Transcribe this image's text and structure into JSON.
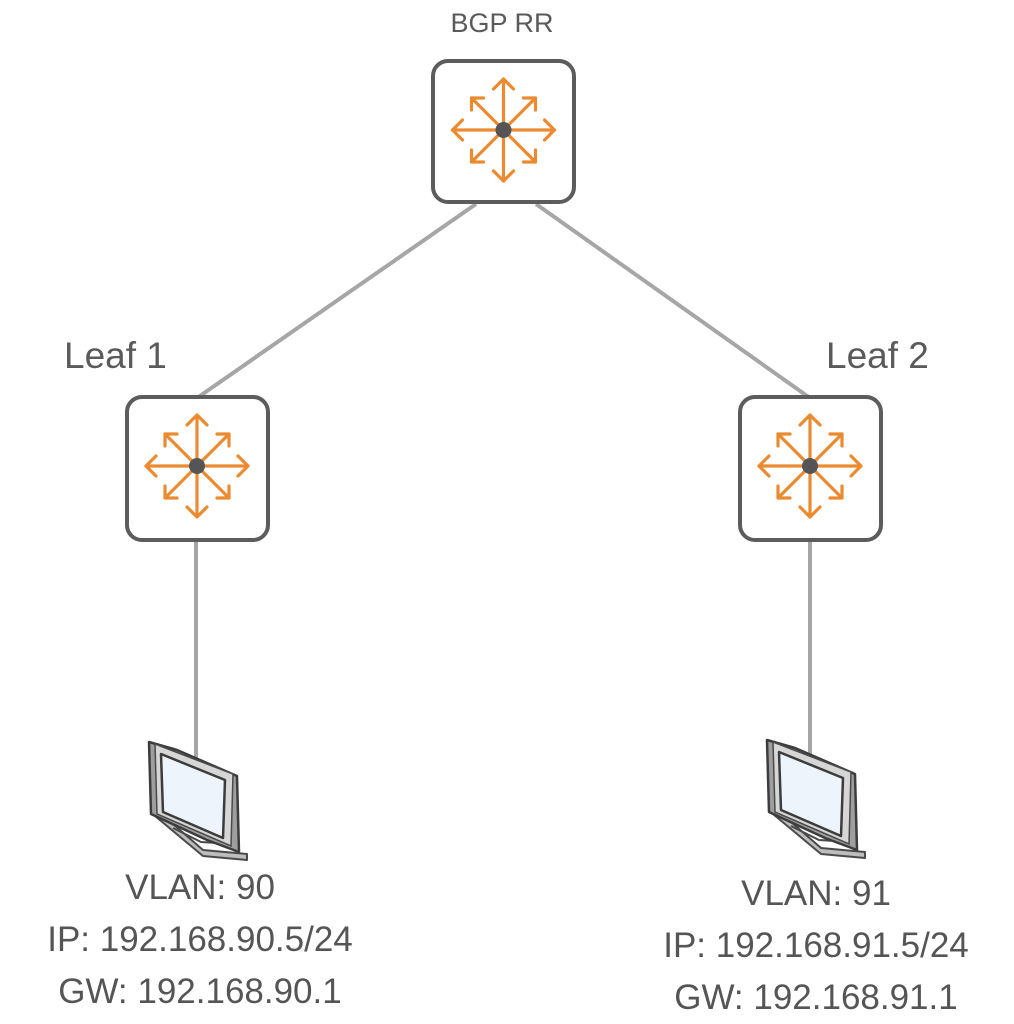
{
  "colors": {
    "link": "#a6a6a6",
    "router_border": "#5c5c5c",
    "router_icon": "#ec8a2f",
    "router_hub": "#555555",
    "text": "#555555"
  },
  "nodes": {
    "route_reflector": {
      "label": "BGP RR",
      "icon": "router-icon"
    },
    "leaf1": {
      "label": "Leaf 1",
      "icon": "router-icon"
    },
    "leaf2": {
      "label": "Leaf 2",
      "icon": "router-icon"
    }
  },
  "hosts": [
    {
      "icon": "monitor-icon",
      "vlan": "VLAN: 90",
      "ip": "IP: 192.168.90.5/24",
      "gw": "GW: 192.168.90.1"
    },
    {
      "icon": "monitor-icon",
      "vlan": "VLAN: 91",
      "ip": "IP: 192.168.91.5/24",
      "gw": "GW: 192.168.91.1"
    }
  ]
}
